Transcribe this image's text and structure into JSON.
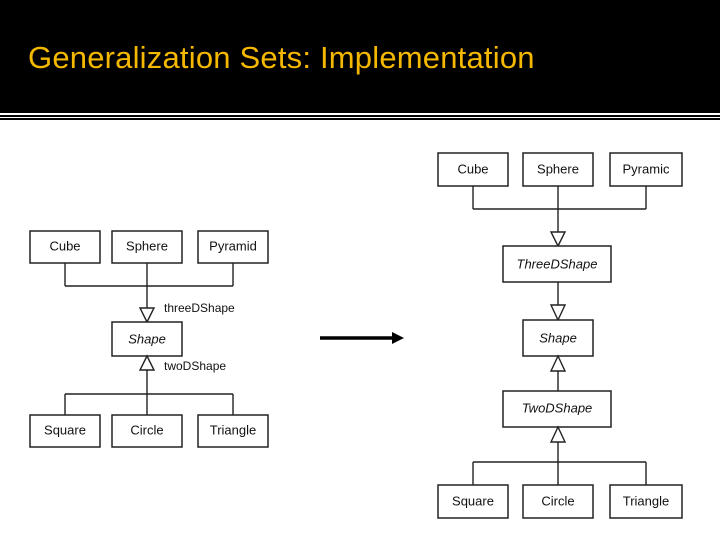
{
  "slide": {
    "title": "Generalization Sets: Implementation"
  },
  "left_diagram": {
    "top_row": [
      "Cube",
      "Sphere",
      "Pyramid"
    ],
    "center": "Shape",
    "bottom_row": [
      "Square",
      "Circle",
      "Triangle"
    ],
    "set_upper": "threeDShape",
    "set_lower": "twoDShape"
  },
  "right_diagram": {
    "top_row": [
      "Cube",
      "Sphere",
      "Pyramic"
    ],
    "upper_mid": "ThreeDShape",
    "center": "Shape",
    "lower_mid": "TwoDShape",
    "bottom_row": [
      "Square",
      "Circle",
      "Triangle"
    ]
  },
  "colors": {
    "background": "#000000",
    "title": "#f5b800",
    "canvas": "#ffffff"
  }
}
